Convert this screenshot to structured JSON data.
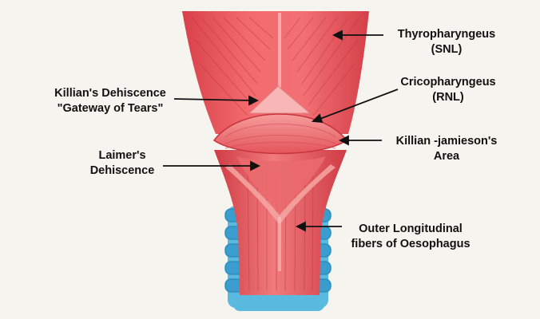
{
  "labels": {
    "thyro_name": "Thyropharyngeus",
    "thyro_sub": "(SNL)",
    "crico_name": "Cricopharyngeus",
    "crico_sub": "(RNL)",
    "killian_name": "Killian's Dehiscence",
    "killian_sub": "\"Gateway of Tears\"",
    "laimer_name": "Laimer's",
    "laimer_sub": "Dehiscence",
    "kj_name": "Killian -jamieson's",
    "kj_sub": "Area",
    "outer_name": "Outer Longitudinal",
    "outer_sub": "fibers of Oesophagus"
  },
  "colors": {
    "muscle": "#e9535a",
    "muscle_light": "#f38b8b",
    "muscle_dark": "#c8343d",
    "gap": "#f7b9b9",
    "cartilage": "#5ab9df",
    "cartilage_dark": "#2e8fbe",
    "background": "#f6f4ef"
  }
}
